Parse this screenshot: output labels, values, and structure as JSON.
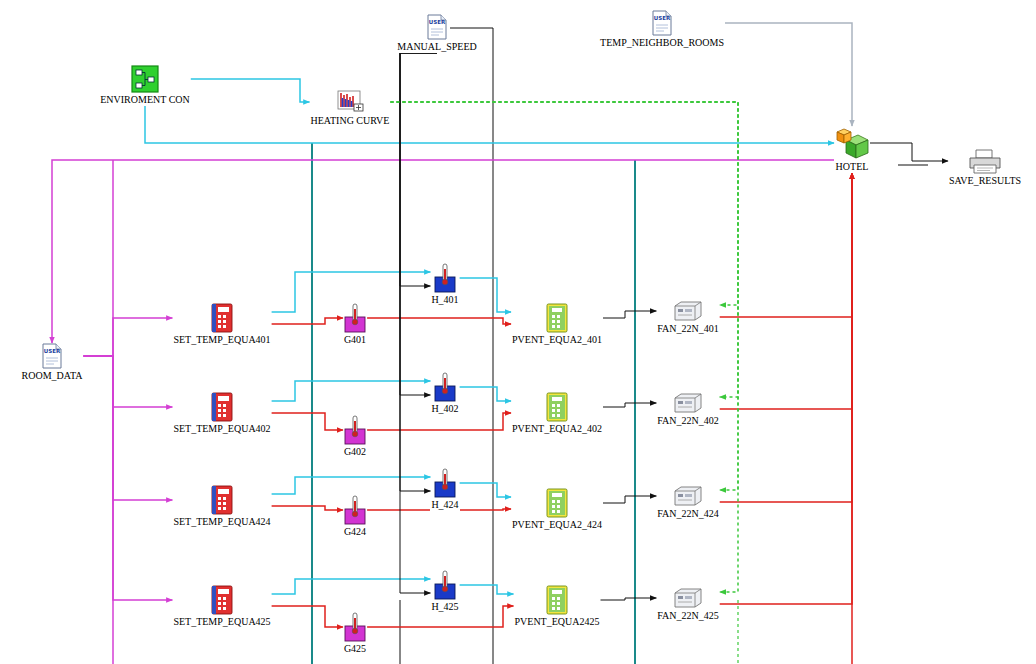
{
  "diagram": {
    "nodes": [
      {
        "text": [
          "ENVIROMENT CON"
        ]
      },
      {
        "text": [
          "HEATING CURVE"
        ]
      },
      {
        "text": [
          "USER",
          "MANUAL_SPEED"
        ]
      },
      {
        "text": [
          "USER",
          "TEMP_NEIGHBOR_ROOMS"
        ]
      },
      {
        "text": [
          "HOTEL"
        ]
      },
      {
        "text": [
          "SAVE_RESULTS"
        ]
      },
      {
        "text": [
          "USER",
          "ROOM_DATA"
        ]
      },
      {
        "text": [
          "SET_TEMP_EQUA401"
        ]
      },
      {
        "text": [
          "G401"
        ]
      },
      {
        "text": [
          "H_401"
        ]
      },
      {
        "text": [
          "PVENT_EQUA2_401"
        ]
      },
      {
        "text": [
          "FAN_22N_401"
        ]
      },
      {
        "text": [
          "SET_TEMP_EQUA402"
        ]
      },
      {
        "text": [
          "G402"
        ]
      },
      {
        "text": [
          "H_402"
        ]
      },
      {
        "text": [
          "PVENT_EQUA2_402"
        ]
      },
      {
        "text": [
          "FAN_22N_402"
        ]
      },
      {
        "text": [
          "SET_TEMP_EQUA424"
        ]
      },
      {
        "text": [
          "G424"
        ]
      },
      {
        "text": [
          "H_424"
        ]
      },
      {
        "text": [
          "PVENT_EQUA2_424"
        ]
      },
      {
        "text": [
          "FAN_22N_424"
        ]
      },
      {
        "text": [
          "SET_TEMP_EQUA425"
        ]
      },
      {
        "text": [
          "G425"
        ]
      },
      {
        "text": [
          "H_425"
        ]
      },
      {
        "text": [
          "PVENT_EQUA2425"
        ]
      },
      {
        "text": [
          "FAN_22N_425"
        ]
      }
    ],
    "edges": [
      {
        "from": 0,
        "to": 1,
        "arrow": "to"
      },
      {
        "from": 0,
        "to": 4,
        "arrow": "to"
      },
      {
        "from": 3,
        "to": 4,
        "arrow": "to"
      },
      {
        "from": 4,
        "to": 5,
        "arrow": "to"
      },
      {
        "from": 4,
        "to": 6,
        "arrow": "to"
      },
      {
        "from": 6,
        "to": 7,
        "arrow": "to"
      },
      {
        "from": 7,
        "to": 8,
        "arrow": "to"
      },
      {
        "from": 7,
        "to": 9,
        "arrow": "to"
      },
      {
        "from": 8,
        "to": 10,
        "arrow": "to"
      },
      {
        "from": 9,
        "to": 10,
        "arrow": "to"
      },
      {
        "from": 2,
        "to": 9,
        "arrow": "to"
      },
      {
        "from": 10,
        "to": 11,
        "arrow": "to"
      },
      {
        "from": 1,
        "to": 11,
        "arrow": "to"
      },
      {
        "from": 11,
        "to": 4,
        "arrow": "to"
      },
      {
        "from": 6,
        "to": 12,
        "arrow": "to"
      },
      {
        "from": 12,
        "to": 13,
        "arrow": "to"
      },
      {
        "from": 12,
        "to": 14,
        "arrow": "to"
      },
      {
        "from": 13,
        "to": 15,
        "arrow": "to"
      },
      {
        "from": 14,
        "to": 15,
        "arrow": "to"
      },
      {
        "from": 2,
        "to": 14,
        "arrow": "to"
      },
      {
        "from": 15,
        "to": 16,
        "arrow": "to"
      },
      {
        "from": 1,
        "to": 16,
        "arrow": "to"
      },
      {
        "from": 16,
        "to": 4,
        "arrow": "to"
      },
      {
        "from": 6,
        "to": 17,
        "arrow": "to"
      },
      {
        "from": 17,
        "to": 18,
        "arrow": "to"
      },
      {
        "from": 17,
        "to": 19,
        "arrow": "to"
      },
      {
        "from": 18,
        "to": 20,
        "arrow": "to"
      },
      {
        "from": 19,
        "to": 20,
        "arrow": "to"
      },
      {
        "from": 2,
        "to": 19,
        "arrow": "to"
      },
      {
        "from": 20,
        "to": 21,
        "arrow": "to"
      },
      {
        "from": 1,
        "to": 21,
        "arrow": "to"
      },
      {
        "from": 21,
        "to": 4,
        "arrow": "to"
      },
      {
        "from": 6,
        "to": 22,
        "arrow": "to"
      },
      {
        "from": 22,
        "to": 23,
        "arrow": "to"
      },
      {
        "from": 22,
        "to": 24,
        "arrow": "to"
      },
      {
        "from": 23,
        "to": 25,
        "arrow": "to"
      },
      {
        "from": 24,
        "to": 25,
        "arrow": "to"
      },
      {
        "from": 2,
        "to": 24,
        "arrow": "to"
      },
      {
        "from": 25,
        "to": 26,
        "arrow": "to"
      },
      {
        "from": 1,
        "to": 26,
        "arrow": "to"
      },
      {
        "from": 26,
        "to": 4,
        "arrow": "to"
      }
    ]
  }
}
